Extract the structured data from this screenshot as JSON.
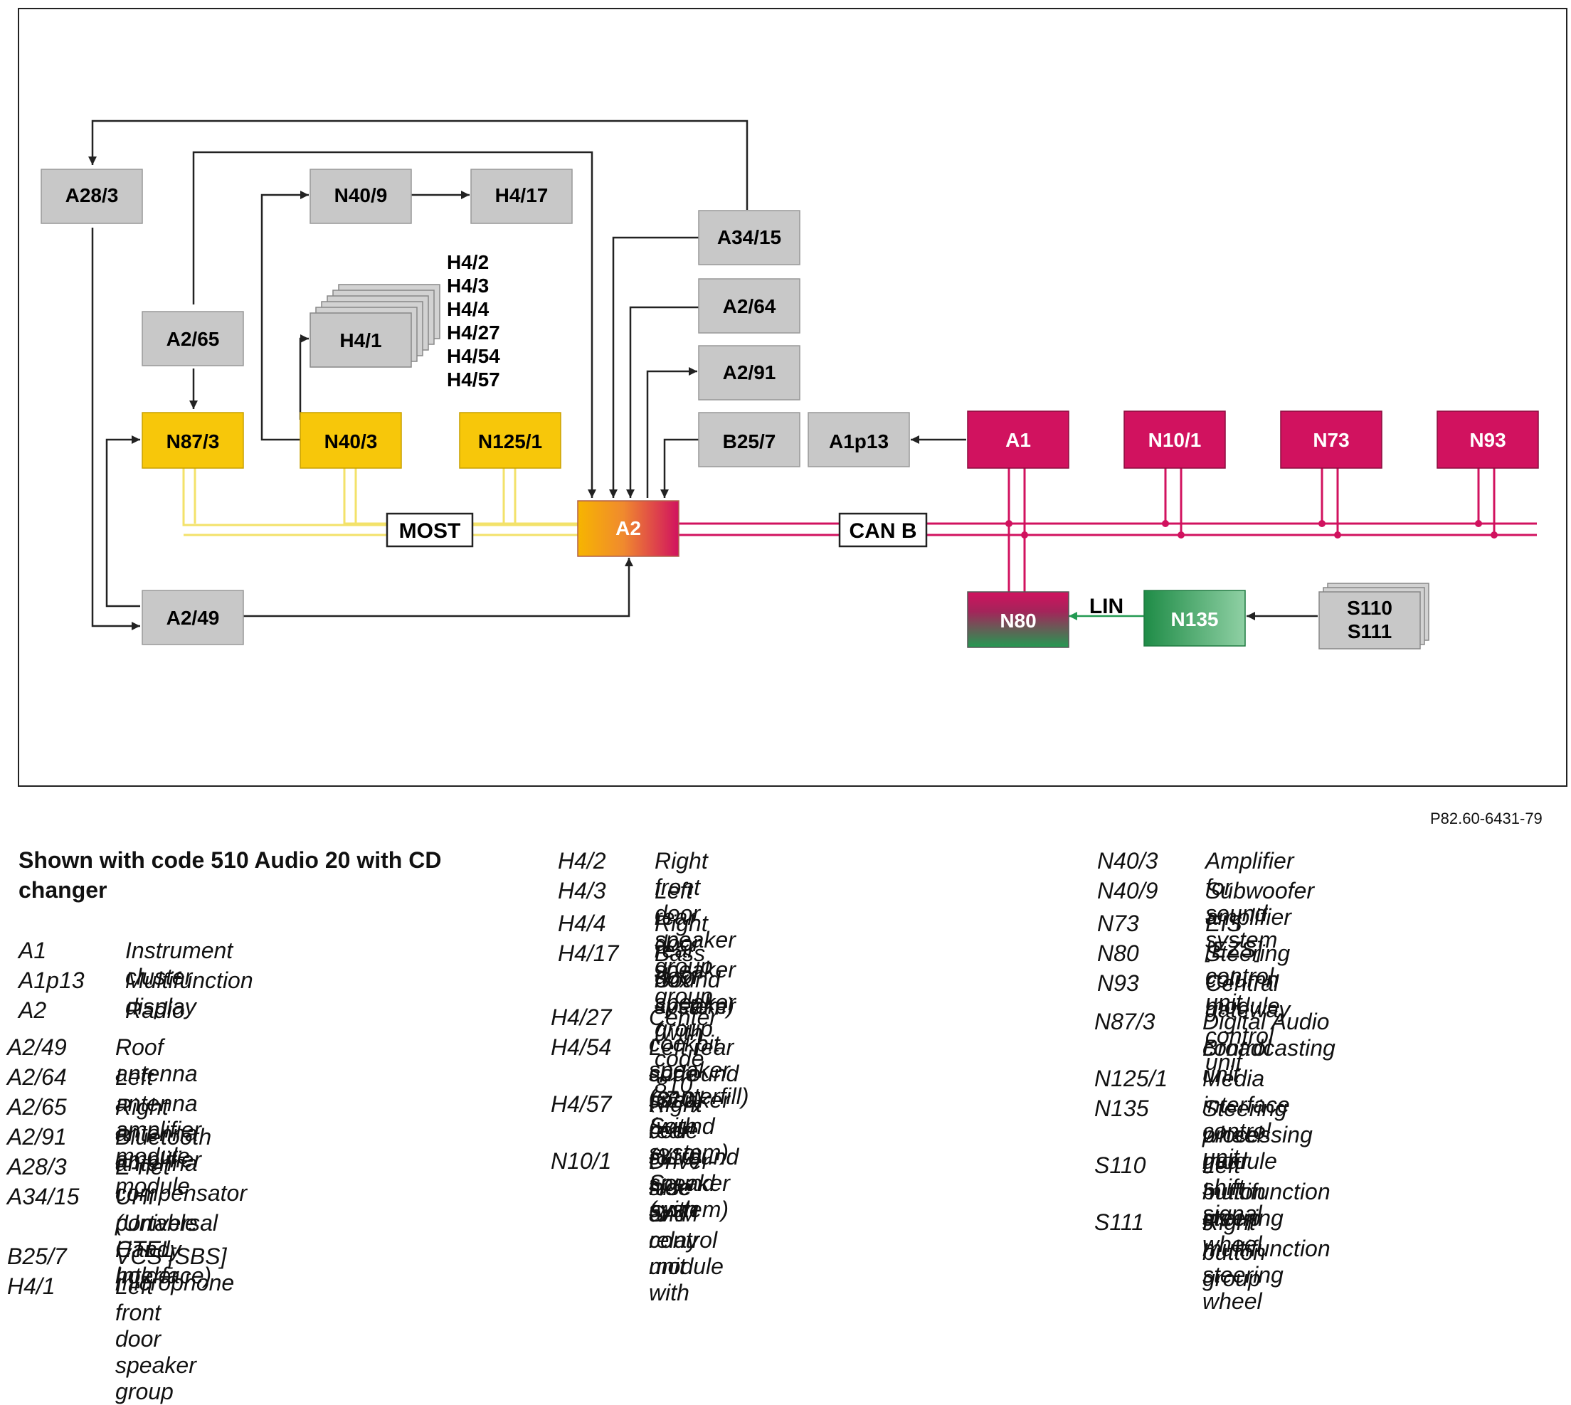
{
  "diagram": {
    "boxes": {
      "A28_3": "A28/3",
      "N40_9": "N40/9",
      "H4_17": "H4/17",
      "A34_15": "A34/15",
      "A2_65": "A2/65",
      "H4_1": "H4/1",
      "A2_64": "A2/64",
      "A2_91": "A2/91",
      "N87_3": "N87/3",
      "N40_3": "N40/3",
      "N125_1": "N125/1",
      "B25_7": "B25/7",
      "A1p13": "A1p13",
      "A1": "A1",
      "N10_1": "N10/1",
      "N73": "N73",
      "N93": "N93",
      "A2": "A2",
      "A2_49": "A2/49",
      "N80": "N80",
      "N135": "N135",
      "S110": "S110",
      "S111": "S111"
    },
    "speaker_list": [
      "H4/2",
      "H4/3",
      "H4/4",
      "H4/27",
      "H4/54",
      "H4/57"
    ],
    "bus_labels": {
      "most": "MOST",
      "can_b": "CAN B",
      "lin": "LIN"
    },
    "colors": {
      "grey_box": "#c8c8c8",
      "yellow_box": "#f7c70a",
      "magenta_box": "#d1125f",
      "green_box": "#239a52",
      "most_bus": "#f3e26a",
      "can_bus": "#d1125f"
    }
  },
  "reference_code": "P82.60-6431-79",
  "legend": {
    "intro": "Shown with code 510 Audio 20 with CD changer",
    "col1": [
      {
        "code": "A1",
        "desc": "Instrument cluster"
      },
      {
        "code": "A1p13",
        "desc": "Multifunction display"
      },
      {
        "code": "A2",
        "desc": "Radio"
      },
      {
        "code": "A2/49",
        "desc": "Roof antenna"
      },
      {
        "code": "A2/64",
        "desc": "Left antenna amplifier module"
      },
      {
        "code": "A2/65",
        "desc": "Right antenna amplifier module"
      },
      {
        "code": "A2/91",
        "desc": "Bluetooth antenna"
      },
      {
        "code": "A28/3",
        "desc": "E-net compensator"
      },
      {
        "code": "A34/15",
        "desc": "UHI portable CTEL holder",
        "desc2": "(Universal Handy Interface)"
      },
      {
        "code": "B25/7",
        "desc": "VCS [SBS] microphone"
      },
      {
        "code": "H4/1",
        "desc": "Left front door speaker group"
      }
    ],
    "col2": [
      {
        "code": "H4/2",
        "desc": "Right front door speaker group"
      },
      {
        "code": "H4/3",
        "desc": "Left rear door speaker group"
      },
      {
        "code": "H4/4",
        "desc": "Right rear door speaker group"
      },
      {
        "code": "H4/17",
        "desc": "Bass box speaker (with code 810",
        "desc2": "Sound system)"
      },
      {
        "code": "H4/27",
        "desc": "Center cockpit speaker (centerfill)"
      },
      {
        "code": "H4/54",
        "desc": "Left rear surround speaker (with",
        "desc2": "code (810) Sound system)"
      },
      {
        "code": "H4/57",
        "desc": "Right rear surround speaker (with",
        "desc2": "code (810) Sound system)"
      },
      {
        "code": "N10/1",
        "desc": "Driver-side SAM control unit with",
        "desc2": "fuse and relay module"
      }
    ],
    "col3": [
      {
        "code": "N40/3",
        "desc": "Amplifier for sound system"
      },
      {
        "code": "N40/9",
        "desc": "Subwoofer amplifier"
      },
      {
        "code": "N73",
        "desc": "EIS [EZS] control unit"
      },
      {
        "code": "N80",
        "desc": "Steering column module"
      },
      {
        "code": "N93",
        "desc": "Central gateway control unit"
      },
      {
        "code": "N87/3",
        "desc": "Digital Audio Broadcasting",
        "desc2": "control unit"
      },
      {
        "code": "N125/1",
        "desc": "Media interface control unit"
      },
      {
        "code": "N135",
        "desc": "Steering wheel gear shift signal",
        "desc2": "processing module"
      },
      {
        "code": "S110",
        "desc": "Left multifunction steering wheel",
        "desc2": "button group"
      },
      {
        "code": "S111",
        "desc": "Right multifunction steering wheel",
        "desc2": "button group"
      }
    ]
  }
}
